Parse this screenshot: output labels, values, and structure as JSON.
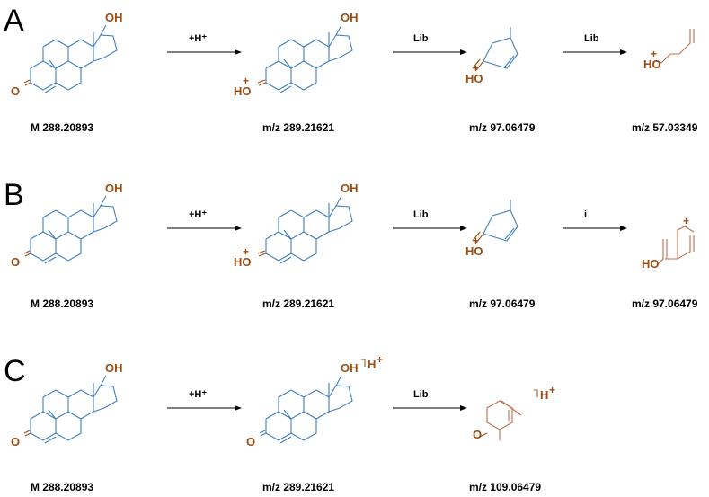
{
  "colors": {
    "skeleton": "#3f7fbf",
    "heteroatom": "#9b4d14",
    "fragment": "#c0704a",
    "text": "#000000"
  },
  "symbols": {
    "hydroxyl": "OH",
    "oxygen": "O",
    "protonated_oxygen": "HO",
    "plus": "+",
    "proton": "H"
  },
  "rows": [
    {
      "label": "A",
      "arrows": [
        "+H⁺",
        "Lib",
        "Lib"
      ],
      "masses": [
        "M  288.20893",
        "m/z  289.21621",
        "m/z  97.06479",
        "m/z  57.03349"
      ]
    },
    {
      "label": "B",
      "arrows": [
        "+H⁺",
        "Lib",
        "i"
      ],
      "masses": [
        "M  288.20893",
        "m/z  289.21621",
        "m/z  97.06479",
        "m/z  97.06479"
      ]
    },
    {
      "label": "C",
      "arrows": [
        "+H⁺",
        "Lib"
      ],
      "masses": [
        "M  288.20893",
        "m/z  289.21621",
        "m/z  109.06479"
      ]
    }
  ]
}
